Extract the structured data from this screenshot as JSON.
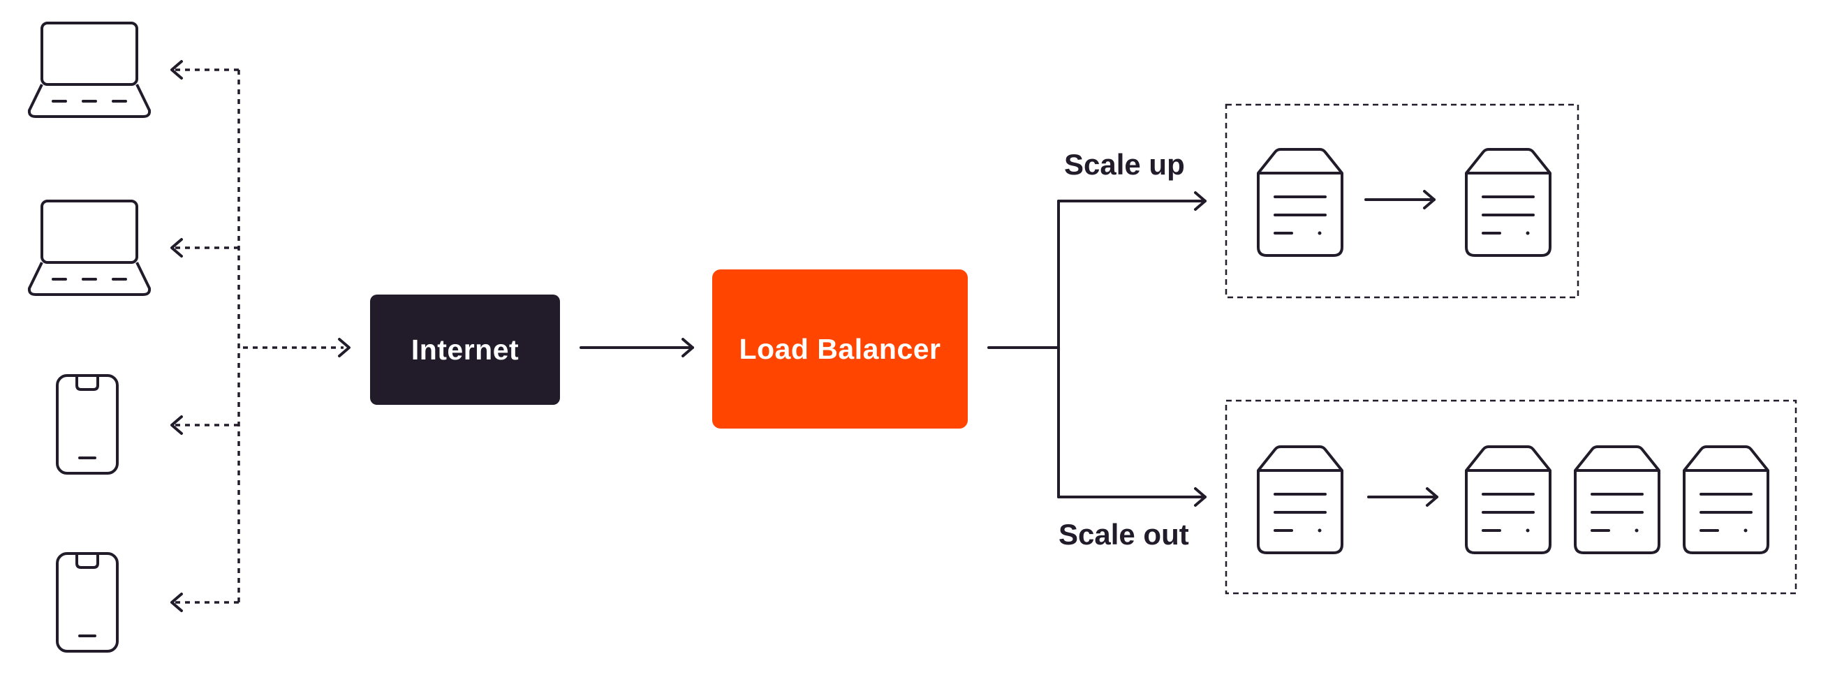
{
  "diagram": {
    "internet_label": "Internet",
    "load_balancer_label": "Load Balancer",
    "scale_up_label": "Scale up",
    "scale_out_label": "Scale out",
    "colors": {
      "ink": "#221c2a",
      "internet_fill": "#221c2a",
      "load_balancer_fill": "#ff4500",
      "text_on_box": "#ffffff",
      "background": "#ffffff"
    },
    "clients": [
      {
        "icon": "laptop-icon"
      },
      {
        "icon": "laptop-icon"
      },
      {
        "icon": "phone-icon"
      },
      {
        "icon": "phone-icon"
      }
    ],
    "scale_up_group": {
      "before_servers": 1,
      "after_servers": 1,
      "icon": "server-icon"
    },
    "scale_out_group": {
      "before_servers": 1,
      "after_servers": 3,
      "icon": "server-icon"
    }
  }
}
